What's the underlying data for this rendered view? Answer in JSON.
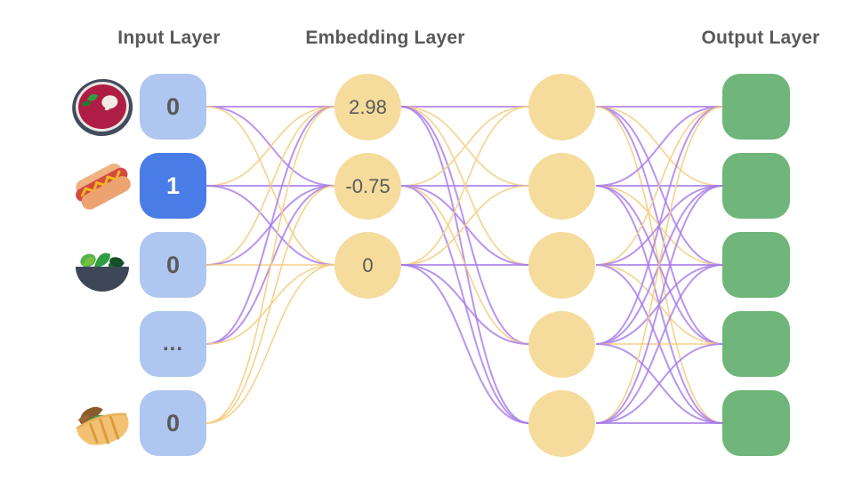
{
  "titles": {
    "input": "Input Layer",
    "embedding": "Embedding Layer",
    "output": "Output Layer"
  },
  "input_layer": {
    "items": [
      {
        "icon": "borscht-soup-icon",
        "value": "0",
        "active": false
      },
      {
        "icon": "hot-dog-icon",
        "value": "1",
        "active": true
      },
      {
        "icon": "salad-icon",
        "value": "0",
        "active": false
      },
      {
        "icon": null,
        "value": "...",
        "active": false
      },
      {
        "icon": "stuffed-flatbread-icon",
        "value": "0",
        "active": false
      }
    ]
  },
  "embedding_layer": {
    "values": [
      "2.98",
      "-0.75",
      "0"
    ]
  },
  "hidden_layer": {
    "node_count": 5
  },
  "output_layer": {
    "node_count": 5
  },
  "colors": {
    "input_box": "#aec6f0",
    "input_box_active": "#4a7ce8",
    "node_yellow": "#f5dc9c",
    "output_green": "#70b57a",
    "edge_purple": "#a87ae8",
    "edge_gold": "#f5cf85",
    "title_text": "#595959",
    "value_text": "#595959"
  },
  "edges": {
    "input_to_embedding": [
      [
        "p",
        "p",
        "g"
      ],
      [
        "g",
        "p",
        "p"
      ],
      [
        "g",
        "p",
        "g"
      ],
      [
        "p",
        "p",
        "g"
      ],
      [
        "g",
        "g",
        "g"
      ]
    ],
    "embedding_to_hidden": [
      [
        "p",
        "g",
        "g",
        "p",
        "p"
      ],
      [
        "g",
        "p",
        "p",
        "g",
        "p"
      ],
      [
        "g",
        "g",
        "p",
        "p",
        "p"
      ]
    ],
    "hidden_to_output": [
      [
        "p",
        "g",
        "p",
        "p",
        "g"
      ],
      [
        "p",
        "p",
        "g",
        "p",
        "p"
      ],
      [
        "g",
        "p",
        "p",
        "g",
        "p"
      ],
      [
        "p",
        "p",
        "p",
        "g",
        "p"
      ],
      [
        "g",
        "p",
        "p",
        "p",
        "p"
      ]
    ]
  }
}
